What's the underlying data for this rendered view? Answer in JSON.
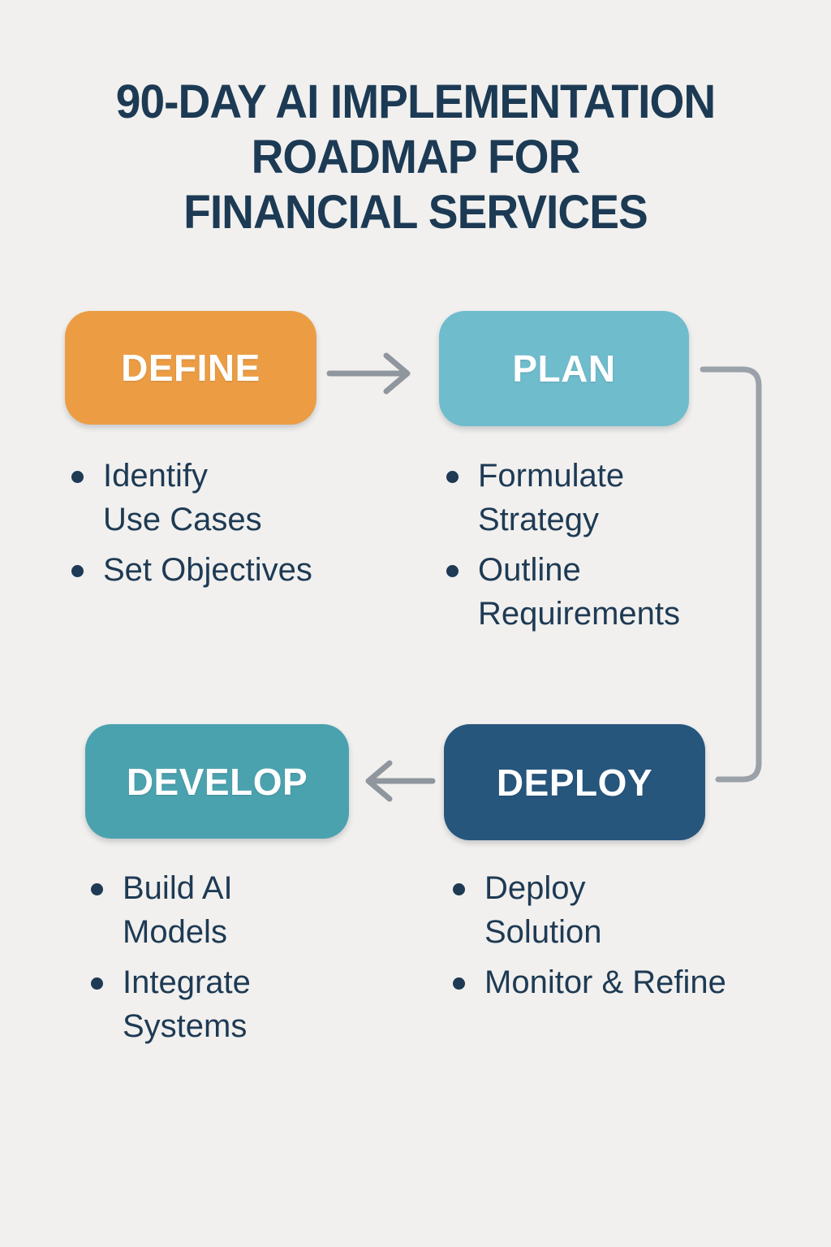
{
  "title": {
    "line1": "90-DAY AI IMPLEMENTATION",
    "line2": "ROADMAP FOR",
    "line3": "FINANCIAL SERVICES"
  },
  "stages": [
    {
      "id": "define",
      "label": "DEFINE",
      "color": "#ec9d44",
      "bullets": [
        "Identify\nUse Cases",
        "Set Objectives"
      ]
    },
    {
      "id": "plan",
      "label": "PLAN",
      "color": "#6fbccd",
      "bullets": [
        "Formulate\nStrategy",
        "Outline\nRequirements"
      ]
    },
    {
      "id": "develop",
      "label": "DEVELOP",
      "color": "#4ba2af",
      "bullets": [
        "Build AI\nModels",
        "Integrate\nSystems"
      ]
    },
    {
      "id": "deploy",
      "label": "DEPLOY",
      "color": "#27567d",
      "bullets": [
        "Deploy\nSolution",
        "Monitor & Refine"
      ]
    }
  ],
  "flow": {
    "arrow_1": "define-to-plan",
    "arrow_2": "plan-to-deploy",
    "arrow_3": "deploy-to-develop"
  },
  "colors": {
    "background": "#f1f0ee",
    "title_text": "#1c3a54",
    "bullet_text": "#1e3a54",
    "arrow_gray": "#8f969e",
    "connector_gray": "#9ba1a9"
  }
}
